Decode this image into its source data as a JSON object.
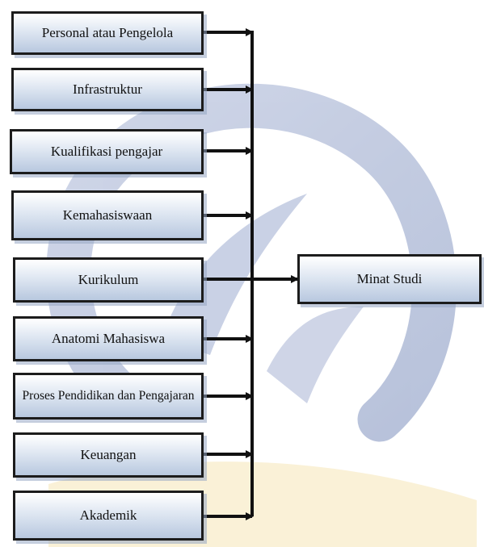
{
  "diagram": {
    "factors": [
      "Personal atau Pengelola",
      "Infrastruktur",
      "Kualifikasi pengajar",
      "Kemahasiswaan",
      "Kurikulum",
      "Anatomi Mahasiswa",
      "Proses Pendidikan dan Pengajaran",
      "Keuangan",
      "Akademik"
    ],
    "target": "Minat Studi"
  },
  "colors": {
    "box_border": "#1c1c1c",
    "box_fill_top": "#ffffff",
    "box_fill_bottom": "#b8c8df",
    "arrow": "#111111",
    "watermark_blue": "#8ea0c8",
    "watermark_yellow": "#e8c657"
  }
}
